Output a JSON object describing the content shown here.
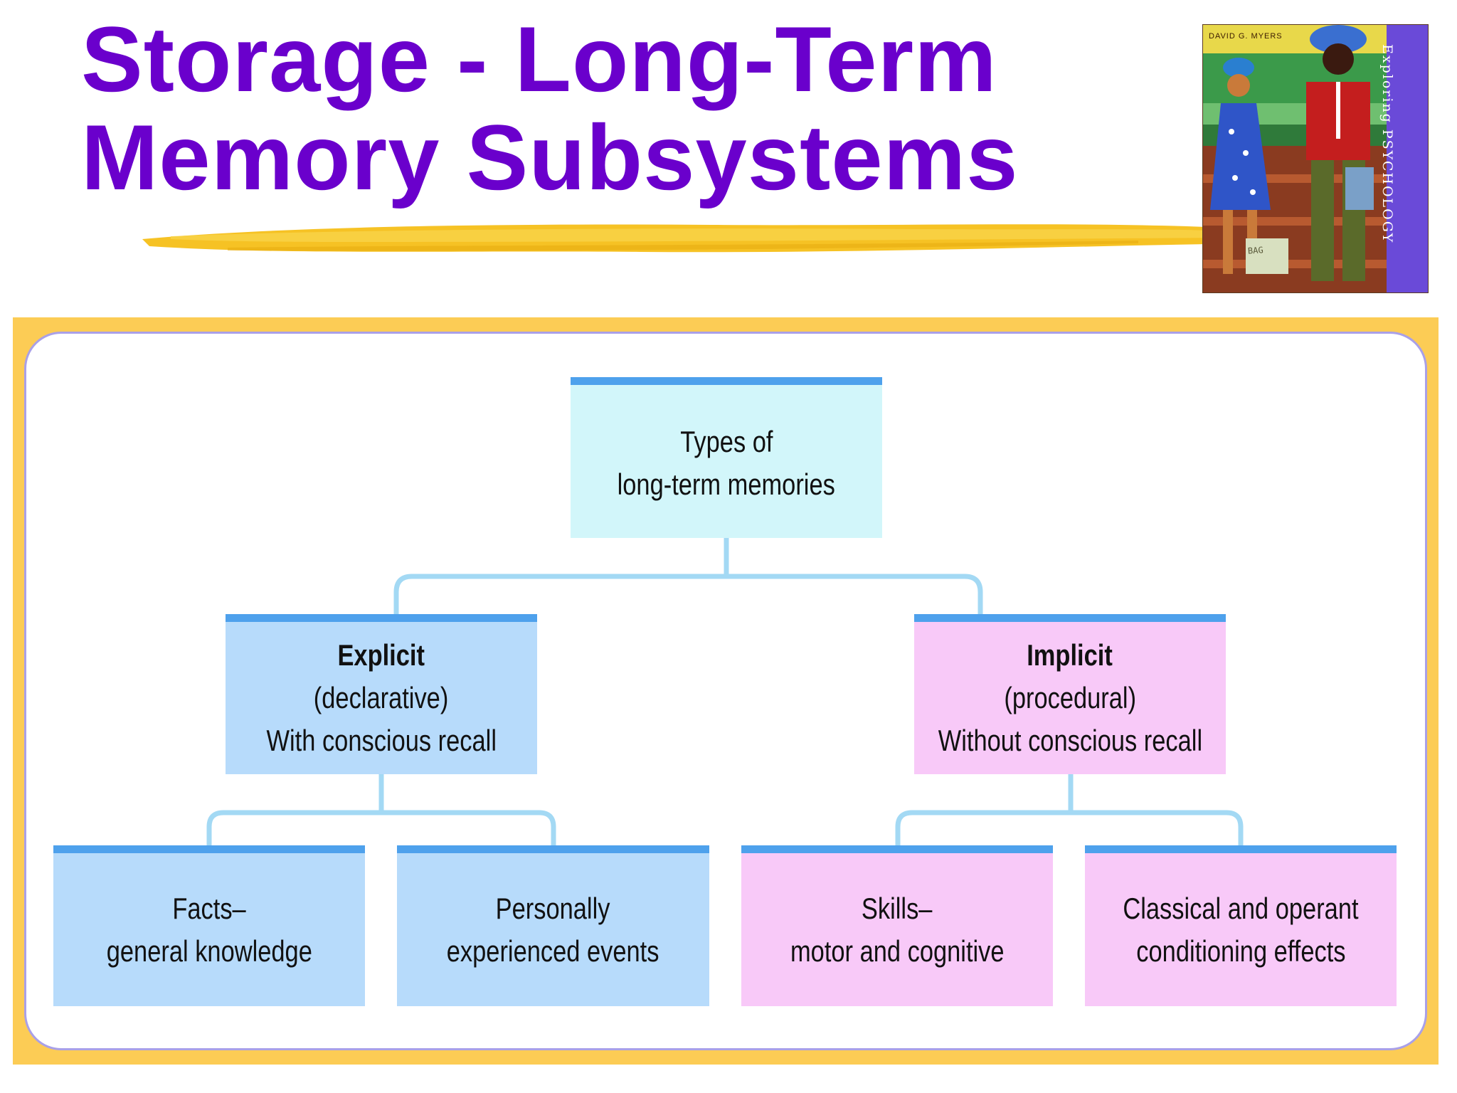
{
  "title": {
    "line1": "Storage - Long-Term",
    "line2": "Memory Subsystems"
  },
  "book_cover": {
    "author": "DAVID G. MYERS",
    "spine": "Exploring PSYCHOLOGY",
    "bag_text": "BAG"
  },
  "diagram": {
    "root": {
      "line1": "Types of",
      "line2": "long-term memories"
    },
    "explicit": {
      "line1": "Explicit",
      "line2": "(declarative)",
      "line3": "With conscious recall"
    },
    "implicit": {
      "line1": "Implicit",
      "line2": "(procedural)",
      "line3": "Without conscious recall"
    },
    "facts": {
      "line1": "Facts–",
      "line2": "general knowledge"
    },
    "events": {
      "line1": "Personally",
      "line2": "experienced events"
    },
    "skills": {
      "line1": "Skills–",
      "line2": "motor and cognitive"
    },
    "conditioning": {
      "line1": "Classical and operant",
      "line2": "conditioning effects"
    }
  },
  "colors": {
    "title": "#6a00cc",
    "frame": "#fccc55",
    "panel_border": "#a9a0e8",
    "node_topbar": "#4ea1ec",
    "root_fill": "#d2f6fa",
    "explicit_fill": "#b7dbfb",
    "implicit_fill": "#f8c9f8",
    "connector": "#a3d9f4"
  }
}
